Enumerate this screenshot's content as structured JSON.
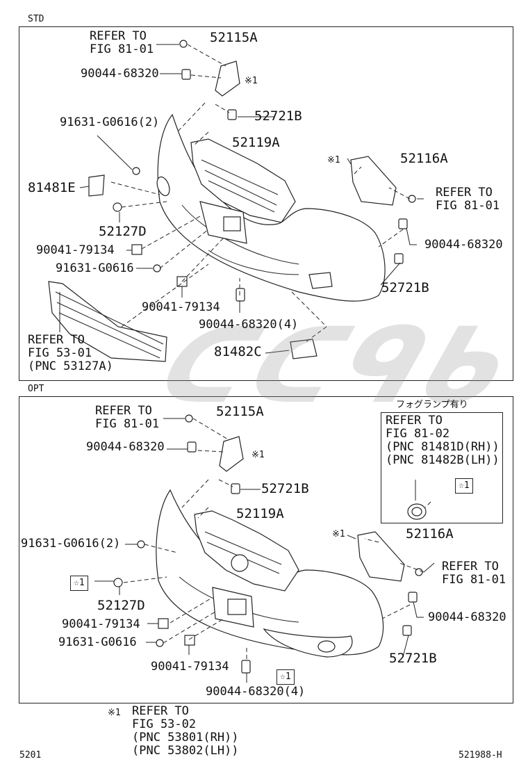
{
  "std": {
    "tag": "STD",
    "refer_fig_81_01_a": [
      "REFER TO",
      "FIG 81-01"
    ],
    "p52115A": "52115A",
    "p90044_68320_a": "90044-68320",
    "mark1_a": "※1",
    "p52721B_a": "52721B",
    "p91631_G0616_2": "91631-G0616(2)",
    "p52119A": "52119A",
    "mark1_b": "※1",
    "p52116A": "52116A",
    "p81481E": "81481E",
    "refer_fig_81_01_b": [
      "REFER TO",
      "FIG 81-01"
    ],
    "p52127D": "52127D",
    "p90044_68320_b": "90044-68320",
    "p90041_79134_a": "90041-79134",
    "p91631_G0616": "91631-G0616",
    "p52721B_b": "52721B",
    "p90041_79134_b": "90041-79134",
    "p90044_68320_4": "90044-68320(4)",
    "refer_fig_53_01": [
      "REFER TO",
      "FIG 53-01",
      "(PNC 53127A)"
    ],
    "p81482C": "81482C"
  },
  "opt": {
    "tag": "OPT",
    "fog_header": "フォグランプ有り",
    "fog_refer": [
      "REFER TO",
      "FIG 81-02",
      "(PNC 81481D(RH))",
      "(PNC 81482B(LH))"
    ],
    "fog_star": "☆1",
    "refer_fig_81_01_a": [
      "REFER TO",
      "FIG 81-01"
    ],
    "p52115A": "52115A",
    "p90044_68320_a": "90044-68320",
    "mark1_a": "※1",
    "p52721B_a": "52721B",
    "p52119A": "52119A",
    "p91631_G0616_2": "91631-G0616(2)",
    "mark1_b": "※1",
    "p52116A": "52116A",
    "star_left": "☆1",
    "refer_fig_81_01_b": [
      "REFER TO",
      "FIG 81-01"
    ],
    "p52127D": "52127D",
    "p90044_68320_b": "90044-68320",
    "p90041_79134_a": "90041-79134",
    "p91631_G0616": "91631-G0616",
    "p52721B_b": "52721B",
    "p90041_79134_b": "90041-79134",
    "star_bottom": "☆1",
    "p90044_68320_4": "90044-68320(4)"
  },
  "footnote": {
    "mark": "※1",
    "lines": [
      "REFER TO",
      "FIG 53-02",
      "(PNC 53801(RH))",
      "(PNC 53802(LH))"
    ]
  },
  "footer": {
    "left": "5201",
    "right": "521988-H"
  },
  "watermark": "ᑕᑕᑫᑲ"
}
